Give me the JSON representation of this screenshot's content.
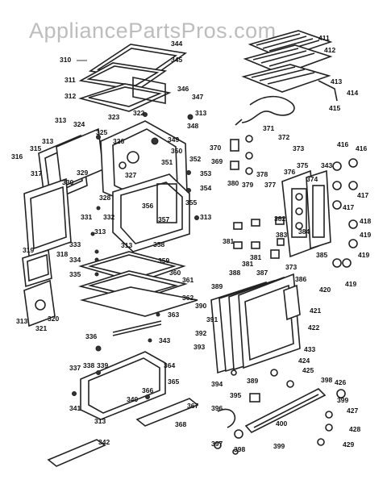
{
  "watermark": "AppliancePartsPros.com",
  "callouts": [
    "310",
    "311",
    "312",
    "313",
    "315",
    "316",
    "317",
    "318",
    "319",
    "320",
    "321",
    "322",
    "323",
    "324",
    "325",
    "326",
    "327",
    "328",
    "329",
    "330",
    "331",
    "332",
    "333",
    "334",
    "335",
    "336",
    "337",
    "338",
    "339",
    "340",
    "341",
    "342",
    "343",
    "344",
    "345",
    "346",
    "347",
    "348",
    "349",
    "350",
    "351",
    "352",
    "353",
    "354",
    "355",
    "356",
    "357",
    "358",
    "359",
    "360",
    "361",
    "362",
    "363",
    "364",
    "365",
    "366",
    "367",
    "368",
    "369",
    "370",
    "371",
    "372",
    "373",
    "374",
    "375",
    "376",
    "377",
    "378",
    "379",
    "380",
    "381",
    "382",
    "383",
    "384",
    "385",
    "386",
    "387",
    "388",
    "389",
    "390",
    "391",
    "392",
    "393",
    "394",
    "395",
    "396",
    "397",
    "398",
    "399",
    "400",
    "411",
    "412",
    "413",
    "414",
    "415",
    "416",
    "417",
    "418",
    "419",
    "420",
    "421",
    "422",
    "424",
    "425",
    "426",
    "427",
    "428",
    "429",
    "433"
  ],
  "colors": {
    "line": "#222222",
    "watermark": "#bdbdbd",
    "background": "#ffffff"
  }
}
